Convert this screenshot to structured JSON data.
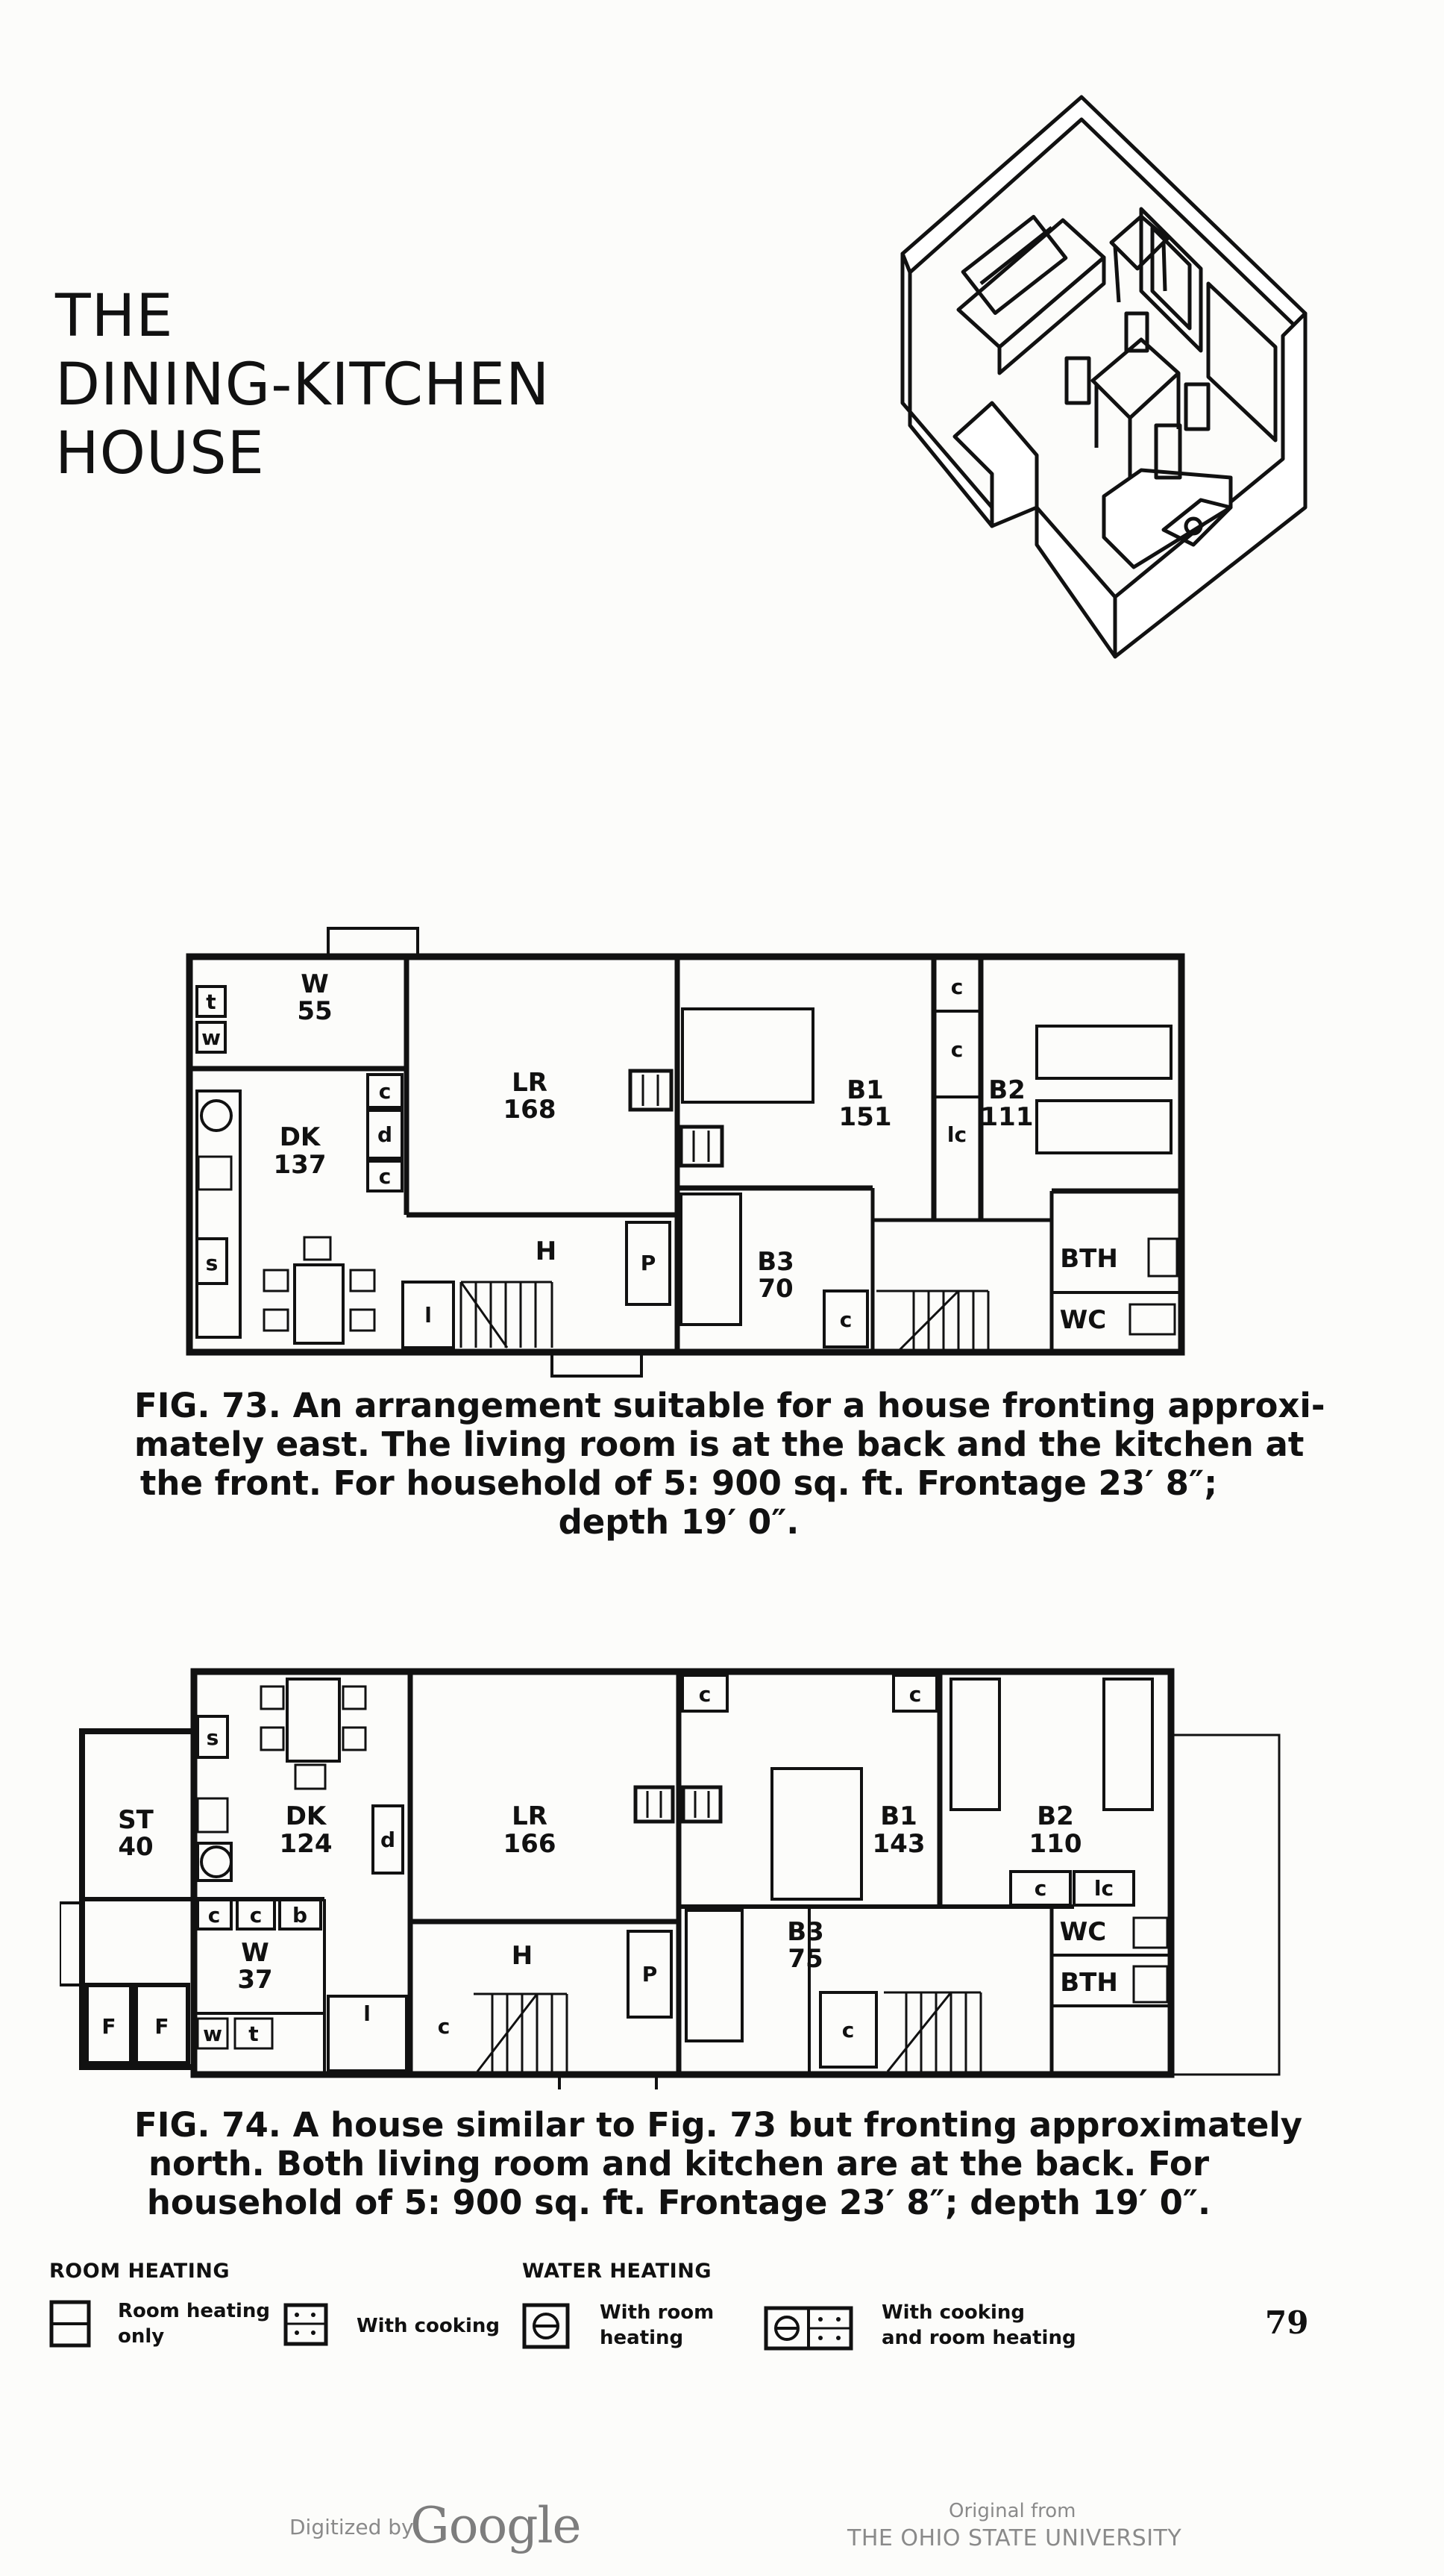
{
  "page": {
    "title_lines": [
      "THE",
      "DINING-KITCHEN",
      "HOUSE"
    ],
    "page_number": "79"
  },
  "fig73": {
    "caption_lines": [
      "FIG. 73.  An arrangement suitable for a house fronting approxi-",
      "mately east.  The living room is at the back and the kitchen at",
      "the front.  For household of 5:  900 sq. ft.  Frontage 23′ 8″;",
      "depth 19′ 0″."
    ],
    "rooms": [
      {
        "code": "W",
        "area": "55"
      },
      {
        "code": "DK",
        "area": "137"
      },
      {
        "code": "LR",
        "area": "168"
      },
      {
        "code": "B1",
        "area": "151"
      },
      {
        "code": "B2",
        "area": "111"
      },
      {
        "code": "B3",
        "area": "70"
      },
      {
        "code": "H",
        "area": ""
      },
      {
        "code": "BTH",
        "area": ""
      },
      {
        "code": "WC",
        "area": ""
      }
    ],
    "fixtures": [
      "t",
      "w",
      "s",
      "c",
      "d",
      "c",
      "c",
      "c",
      "lc",
      "l",
      "P",
      "c"
    ]
  },
  "fig74": {
    "caption_lines": [
      "FIG. 74.  A house similar to Fig. 73 but fronting approximately",
      "north.  Both living room and kitchen are at the back.  For",
      "household of 5:  900 sq. ft.  Frontage 23′ 8″;  depth 19′ 0″."
    ],
    "rooms": [
      {
        "code": "ST",
        "area": "40"
      },
      {
        "code": "DK",
        "area": "124"
      },
      {
        "code": "LR",
        "area": "166"
      },
      {
        "code": "B1",
        "area": "143"
      },
      {
        "code": "B2",
        "area": "110"
      },
      {
        "code": "W",
        "area": "37"
      },
      {
        "code": "B3",
        "area": "75"
      },
      {
        "code": "H",
        "area": ""
      },
      {
        "code": "WC",
        "area": ""
      },
      {
        "code": "BTH",
        "area": ""
      }
    ],
    "fixtures": [
      "s",
      "d",
      "c",
      "c",
      "b",
      "c",
      "c",
      "c",
      "lc",
      "F",
      "F",
      "w",
      "t",
      "l",
      "c",
      "P",
      "c"
    ]
  },
  "legend": {
    "room_heating_label": "ROOM HEATING",
    "water_heating_label": "WATER HEATING",
    "items": [
      {
        "lines": [
          "Room heating",
          "only"
        ],
        "icon": "room-heating-only-icon"
      },
      {
        "lines": [
          "With cooking"
        ],
        "icon": "room-heating-cooking-icon"
      },
      {
        "lines": [
          "With room",
          "heating"
        ],
        "icon": "water-heating-room-icon"
      },
      {
        "lines": [
          "With cooking",
          "and room heating"
        ],
        "icon": "water-heating-cooking-room-icon"
      }
    ]
  },
  "footer": {
    "digitized_by": "Digitized by",
    "google": "Google",
    "original_from": "Original from",
    "university": "THE OHIO STATE UNIVERSITY"
  }
}
